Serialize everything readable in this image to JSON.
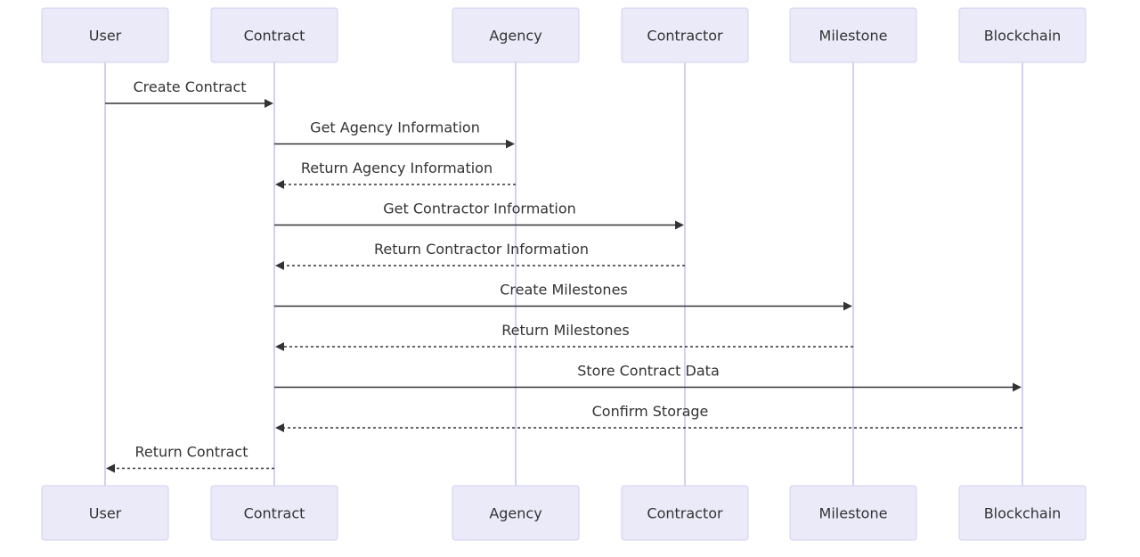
{
  "participants": [
    {
      "id": "user",
      "label": "User"
    },
    {
      "id": "contract",
      "label": "Contract"
    },
    {
      "id": "agency",
      "label": "Agency"
    },
    {
      "id": "contractor",
      "label": "Contractor"
    },
    {
      "id": "milestone",
      "label": "Milestone"
    },
    {
      "id": "blockchain",
      "label": "Blockchain"
    }
  ],
  "messages": [
    {
      "from": "user",
      "to": "contract",
      "label": "Create Contract",
      "style": "solid"
    },
    {
      "from": "contract",
      "to": "agency",
      "label": "Get Agency Information",
      "style": "solid"
    },
    {
      "from": "agency",
      "to": "contract",
      "label": "Return Agency Information",
      "style": "dotted"
    },
    {
      "from": "contract",
      "to": "contractor",
      "label": "Get Contractor Information",
      "style": "solid"
    },
    {
      "from": "contractor",
      "to": "contract",
      "label": "Return Contractor Information",
      "style": "dotted"
    },
    {
      "from": "contract",
      "to": "milestone",
      "label": "Create Milestones",
      "style": "solid"
    },
    {
      "from": "milestone",
      "to": "contract",
      "label": "Return Milestones",
      "style": "dotted"
    },
    {
      "from": "contract",
      "to": "blockchain",
      "label": "Store Contract Data",
      "style": "solid"
    },
    {
      "from": "blockchain",
      "to": "contract",
      "label": "Confirm Storage",
      "style": "dotted"
    },
    {
      "from": "contract",
      "to": "user",
      "label": "Return Contract",
      "style": "dotted"
    }
  ],
  "colors": {
    "actor_fill": "#eaeaf9",
    "actor_border": "#d2d0f2",
    "lifeline": "#d3d0f3",
    "text": "#333333",
    "arrow": "#333333"
  }
}
